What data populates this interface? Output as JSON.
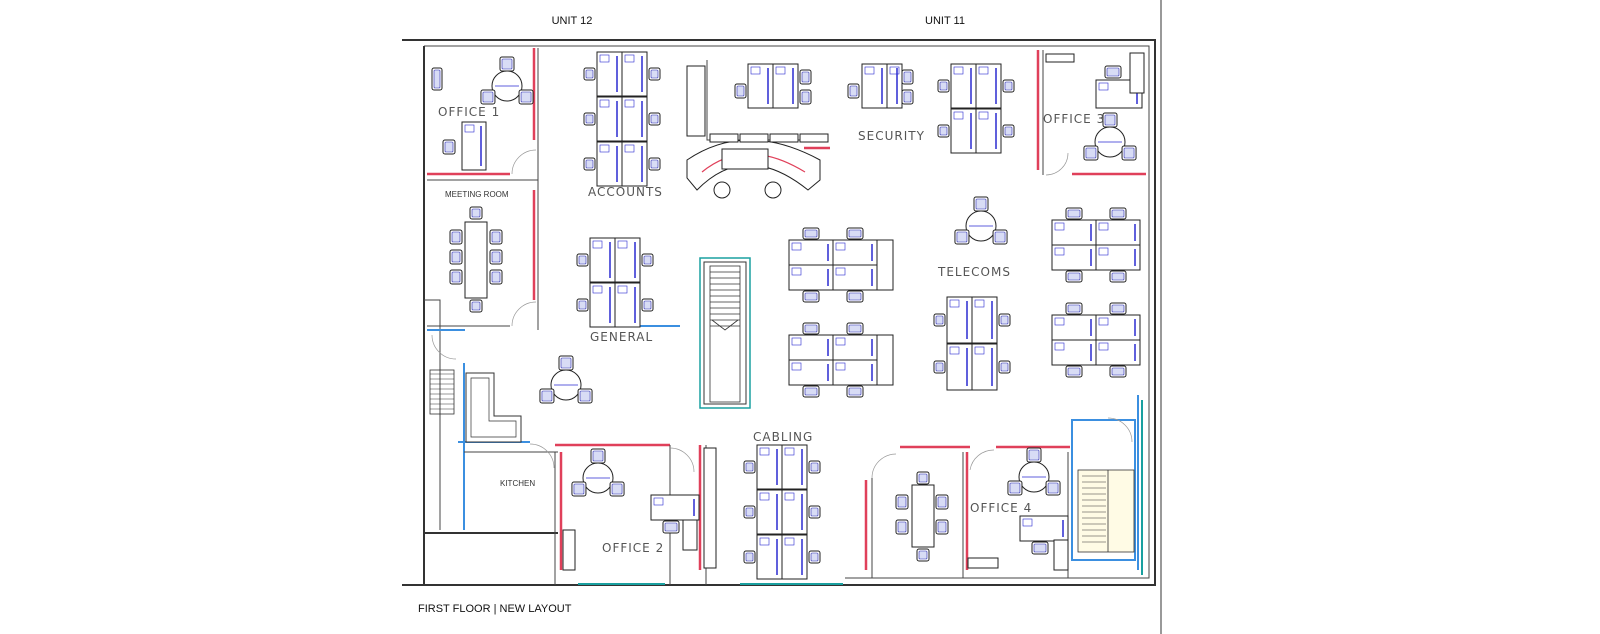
{
  "headers": {
    "unit_left": "UNIT 12",
    "unit_right": "UNIT 11"
  },
  "rooms": {
    "office1": "OFFICE 1",
    "office2": "OFFICE 2",
    "office3": "OFFICE 3",
    "office4": "OFFICE 4",
    "meeting": "MEETING ROOM",
    "accounts": "ACCOUNTS",
    "security": "SECURITY",
    "general": "GENERAL",
    "telecoms": "TELECOMS",
    "cabling": "CABLING",
    "kitchen": "KITCHEN"
  },
  "caption": "FIRST FLOOR | NEW LAYOUT",
  "colors": {
    "partition": "#e0405a",
    "glazing": "#3b8fe0",
    "window": "#1aa0a0",
    "tag": "#2a2ad0"
  }
}
